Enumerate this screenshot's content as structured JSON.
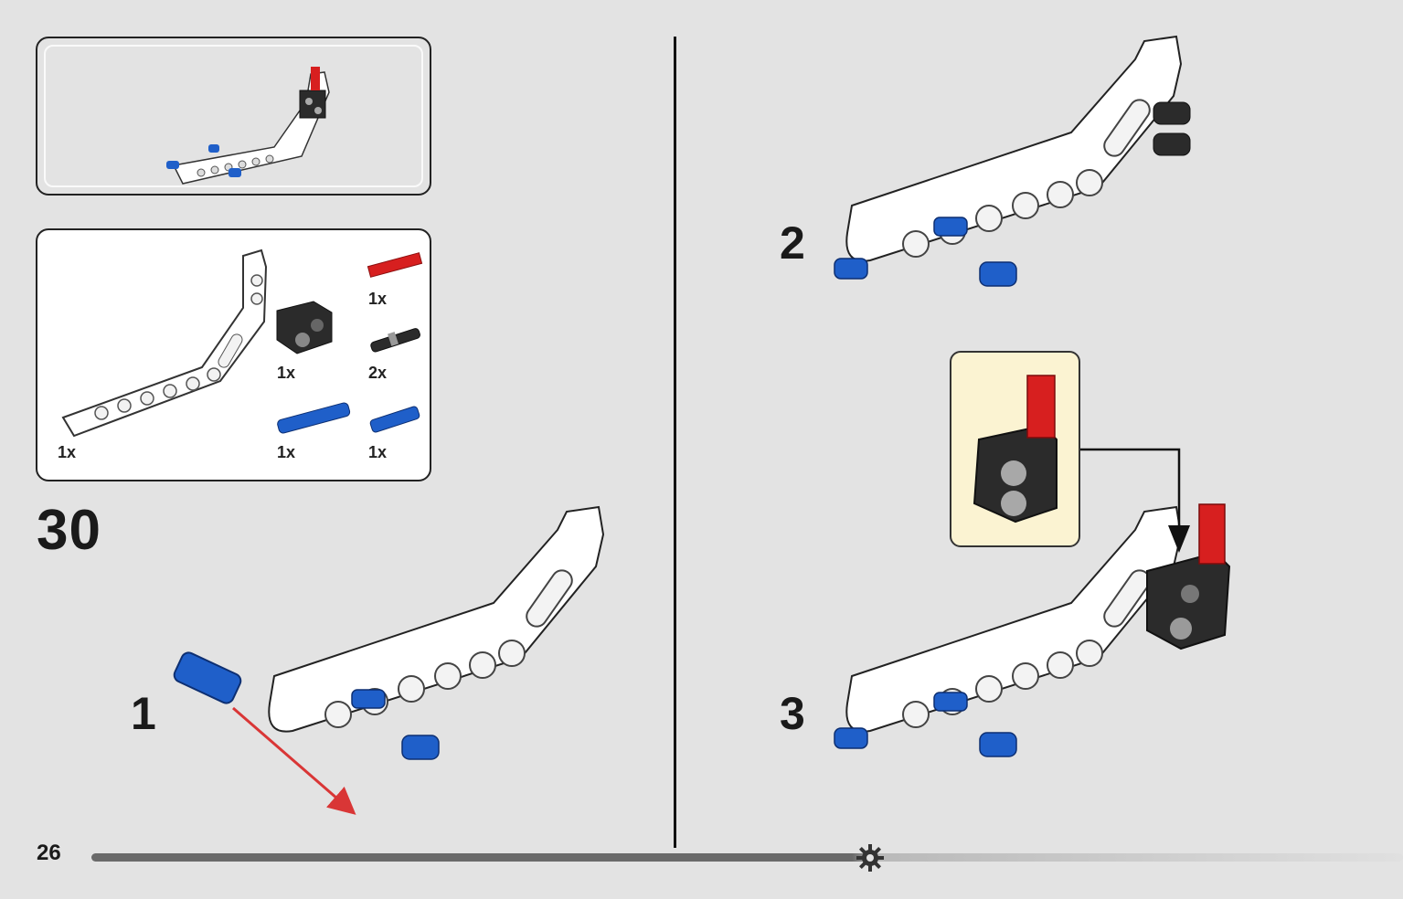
{
  "page": {
    "number": "26"
  },
  "step": {
    "number": "30"
  },
  "parts": [
    {
      "name": "bent-beam",
      "qty": "1x"
    },
    {
      "name": "black-connector",
      "qty": "1x"
    },
    {
      "name": "red-axle",
      "qty": "1x"
    },
    {
      "name": "black-pin",
      "qty": "2x"
    },
    {
      "name": "blue-long-pin",
      "qty": "1x"
    },
    {
      "name": "blue-axle-pin",
      "qty": "1x"
    }
  ],
  "substeps": [
    "1",
    "2",
    "3"
  ],
  "progress": {
    "fraction": 0.59
  },
  "colors": {
    "beam": "#ffffff",
    "blue": "#1f5fc9",
    "red": "#d71f1f",
    "black": "#2b2b2b",
    "arrow": "#d93636",
    "callout": "#fbf3d2"
  }
}
